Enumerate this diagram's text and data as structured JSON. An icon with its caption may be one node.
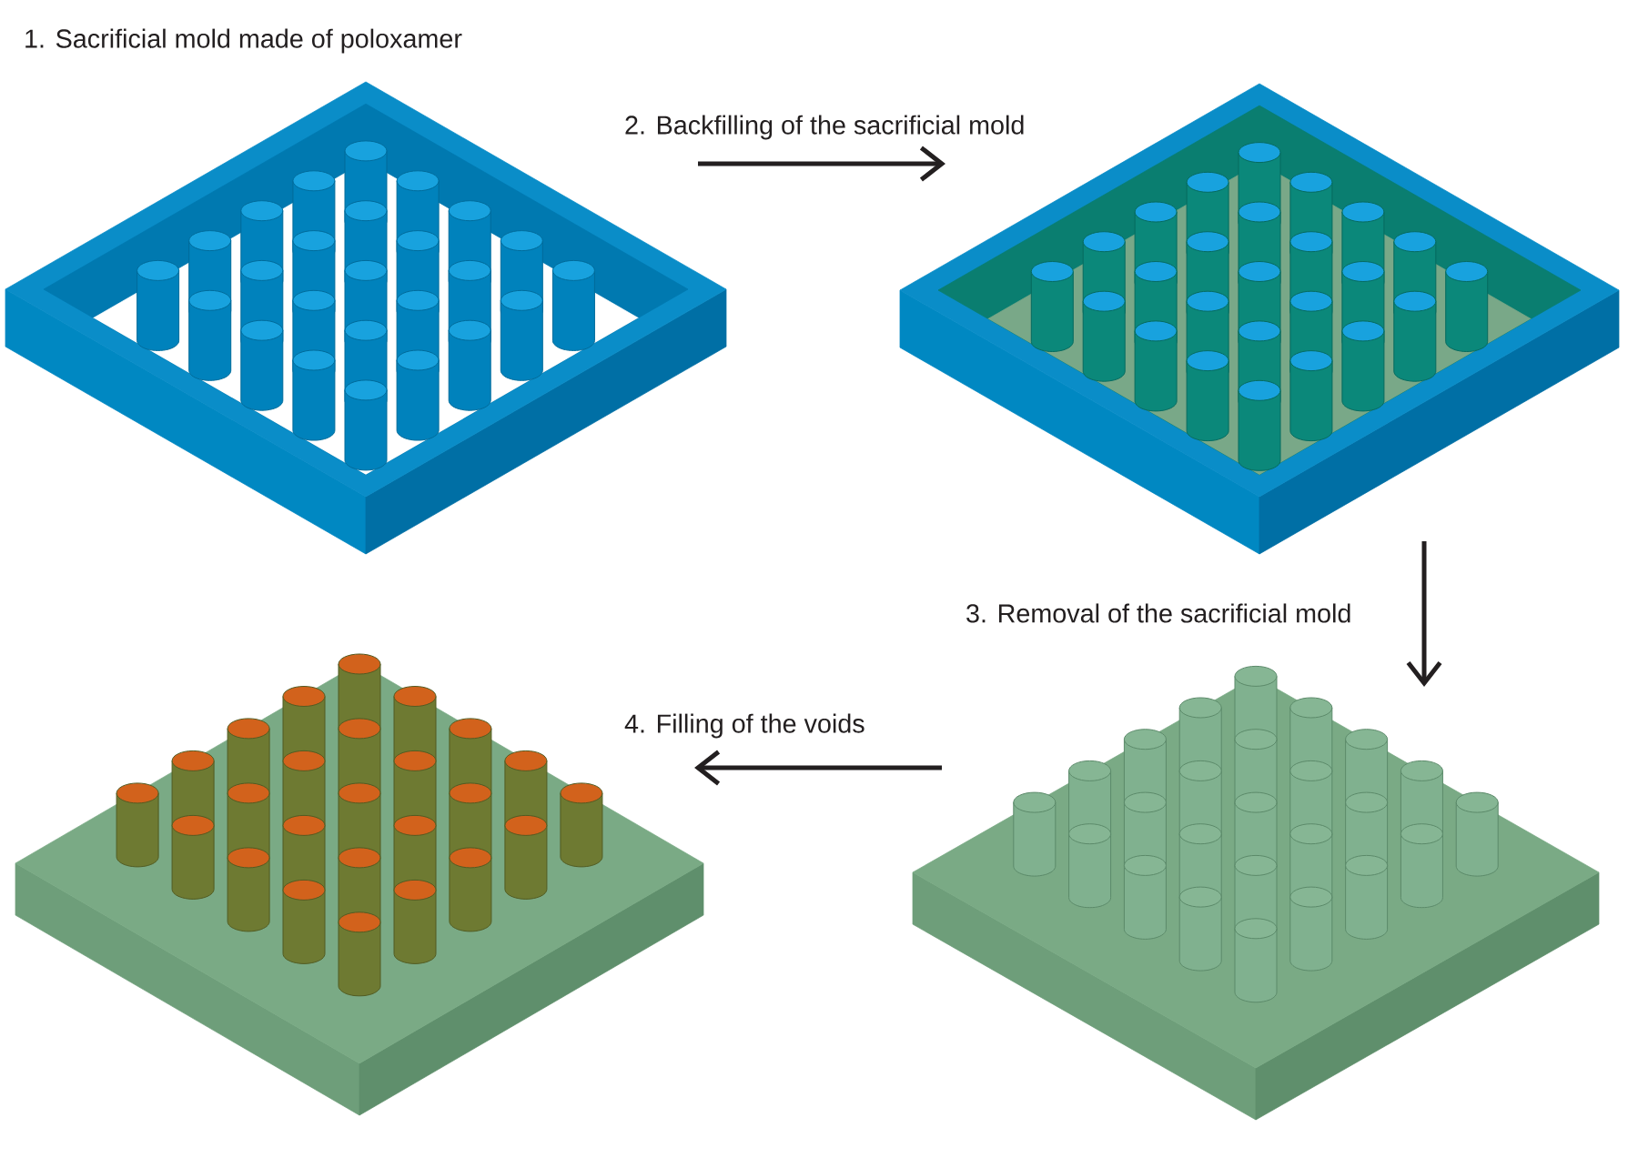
{
  "diagram": {
    "nodes": [
      {
        "text": [
          "1. Sacrificial mold made of poloxamer"
        ]
      },
      {
        "text": [],
        "shape": "picture"
      },
      {
        "text": [],
        "shape": "picture"
      },
      {
        "text": [],
        "shape": "picture"
      }
    ],
    "edges": [
      {
        "from": 0,
        "to": 1,
        "arrow": "to",
        "label": "2. Backfilling of the sacrificial mold"
      },
      {
        "from": 1,
        "to": 2,
        "arrow": "to",
        "label": "3. Removal of the sacrificial mold"
      },
      {
        "from": 2,
        "to": 3,
        "arrow": "to",
        "label": "4. Filling of the voids"
      }
    ]
  }
}
